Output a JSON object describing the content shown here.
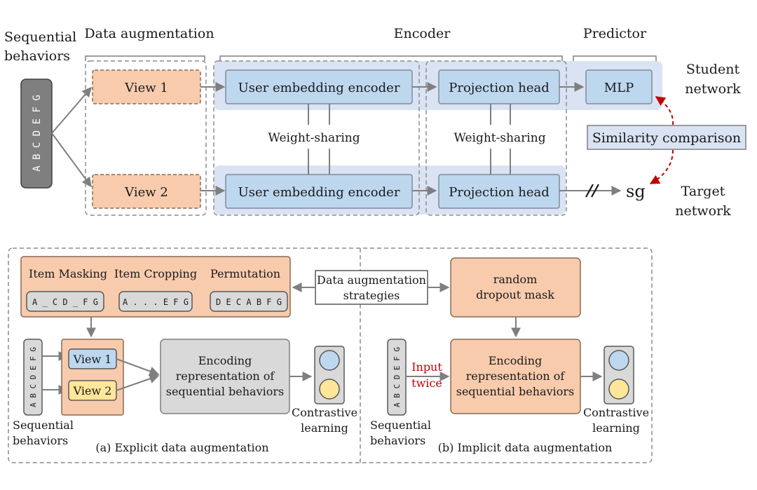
{
  "top": {
    "input_label_line1": "Sequential",
    "input_label_line2": "behaviors",
    "sequence": "A B C D E F G",
    "aug_header": "Data augmentation",
    "encoder_header": "Encoder",
    "predictor_header": "Predictor",
    "view1": "View 1",
    "view2": "View 2",
    "encoder_top": "User embedding encoder",
    "encoder_bottom": "User embedding encoder",
    "proj_top": "Projection head",
    "proj_bottom": "Projection head",
    "weight_sharing_1": "Weight-sharing",
    "weight_sharing_2": "Weight-sharing",
    "mlp": "MLP",
    "student_line1": "Student",
    "student_line2": "network",
    "target_line1": "Target",
    "target_line2": "network",
    "similarity": "Similarity comparison",
    "stop_grad": "sg"
  },
  "bottom": {
    "strategies_line1": "Data augmentation",
    "strategies_line2": "strategies",
    "explicit": {
      "item_masking": "Item Masking",
      "item_masking_seq": "A _ C D _ F G",
      "item_cropping": "Item Cropping",
      "item_cropping_seq": "A . . . E F G",
      "permutation": "Permutation",
      "permutation_seq": "D E C A B F G",
      "sequence": "A B C D E F G",
      "view1": "View 1",
      "view2": "View 2",
      "encoding_line1": "Encoding",
      "encoding_line2": "representation of",
      "encoding_line3": "sequential behaviors",
      "contrastive_line1": "Contrastive",
      "contrastive_line2": "learning",
      "seq_label_line1": "Sequential",
      "seq_label_line2": "behaviors",
      "caption": "(a) Explicit data augmentation"
    },
    "implicit": {
      "dropout_line1": "random",
      "dropout_line2": "dropout mask",
      "input_line1": "Input",
      "input_line2": "twice",
      "sequence": "A B C D E F G",
      "encoding_line1": "Encoding",
      "encoding_line2": "representation of",
      "encoding_line3": "sequential behaviors",
      "contrastive_line1": "Contrastive",
      "contrastive_line2": "learning",
      "seq_label_line1": "Sequential",
      "seq_label_line2": "behaviors",
      "caption": "(b) Implicit data augmentation"
    }
  },
  "colors": {
    "orange_fill": "#f8cbad",
    "orange_stroke": "#8a6a56",
    "blue_fill": "#bdd7ee",
    "blue_region": "#dae3f3",
    "gray_seq": "#7f7f7f",
    "light_gray_box": "#d9d9d9",
    "yellow_fill": "#ffe699",
    "dark_red": "#c00000",
    "arrow": "#7f7f7f"
  },
  "icons": {
    "stop_gradient": "double-slash-icon",
    "contrastive": "two-circles-icon"
  }
}
